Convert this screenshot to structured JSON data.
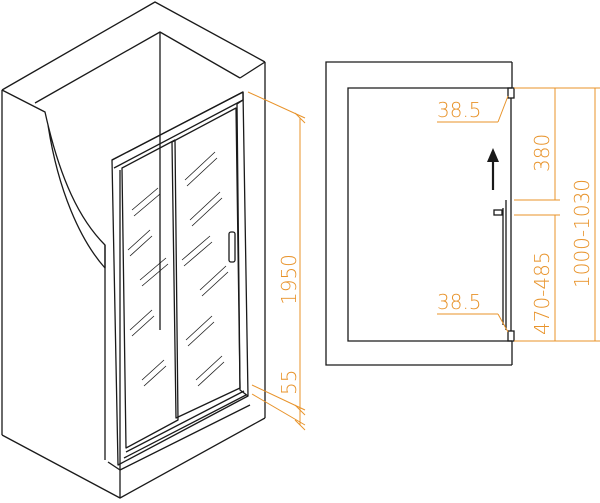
{
  "colors": {
    "accent": "#e8932a",
    "line": "#1a1a1a",
    "background": "#ffffff"
  },
  "dimensions": {
    "total_height": "1950",
    "bottom_offset": "55",
    "side_gap_top": "38.5",
    "side_gap_bottom": "38.5",
    "upper_section": "380",
    "lower_section": "470-485",
    "width_range": "1000-1030"
  },
  "icons": {
    "direction": "up-arrow-icon"
  }
}
